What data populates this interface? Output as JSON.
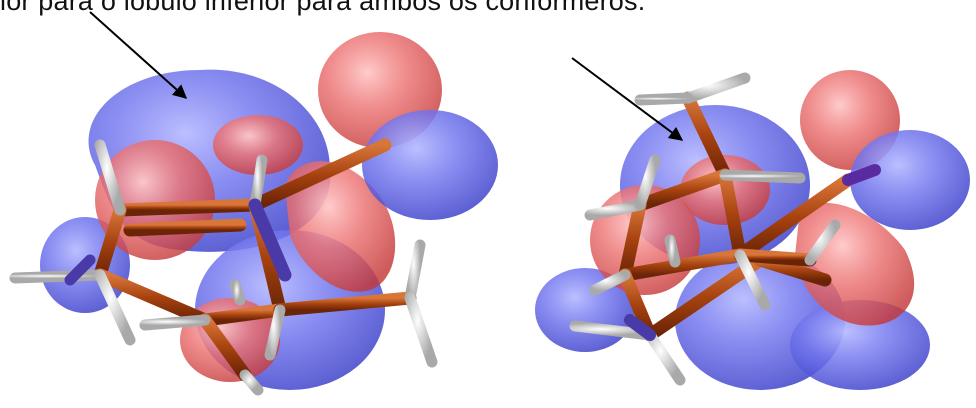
{
  "caption": "ior para o lóbulo inferior para ambos os conformeros.",
  "colors": {
    "positive_lobe": "#e05a5a",
    "negative_lobe": "#5a5ee0",
    "carbon_bond": "#a0400f",
    "hydrogen": "#e8e8e8",
    "nitrogen_tint": "#5a3aa0",
    "arrow": "#000000"
  },
  "figures": [
    {
      "name": "conformer-left"
    },
    {
      "name": "conformer-right"
    }
  ]
}
